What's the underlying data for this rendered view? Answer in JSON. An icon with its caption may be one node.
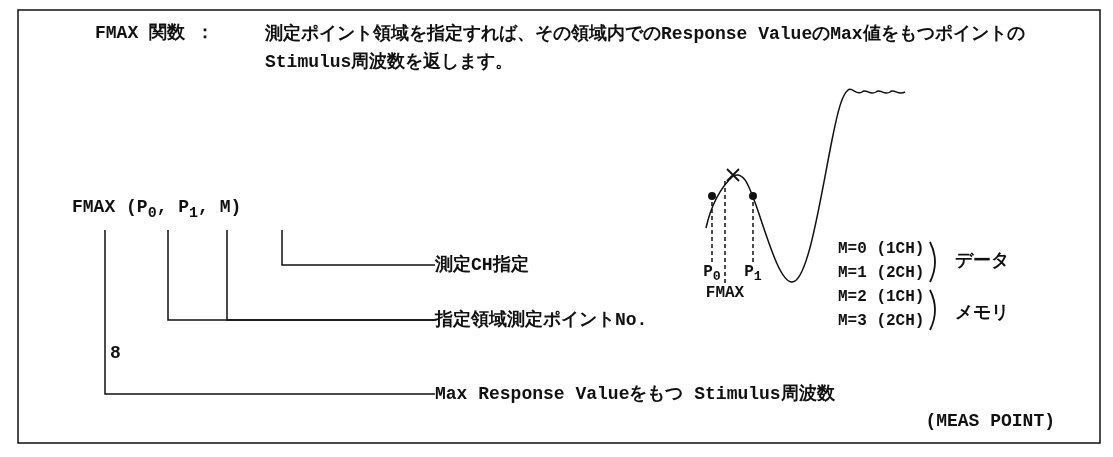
{
  "diagram": {
    "nodes": [
      {
        "text": [
          "FMAX (P$_{0}$, P$_{1}$, M)"
        ]
      },
      {
        "text": [
          "測定CH指定"
        ]
      },
      {
        "text": [
          "指定領域測定ポイントNo."
        ]
      },
      {
        "text": [
          "Max Response Valueをもつ Stimulus周波数"
        ],
        "beside": [
          "(MEAS POINT)"
        ]
      },
      {
        "text": [
          "P$_{0}$"
        ]
      },
      {
        "text": [
          "P$_{1}$"
        ]
      },
      {
        "text": [
          "FMAX"
        ]
      }
    ],
    "edges": [
      {
        "from": 1,
        "to": 0,
        "arrow": "none"
      },
      {
        "from": 2,
        "to": 0,
        "arrow": "none"
      },
      {
        "from": 2,
        "to": 0,
        "arrow": "none"
      },
      {
        "from": 3,
        "to": 0,
        "arrow": "none"
      },
      {
        "from": 4,
        "to": null,
        "arrow": "other",
        "style": "dashed"
      },
      {
        "from": 5,
        "to": null,
        "arrow": "other",
        "style": "dashed"
      },
      {
        "from": 6,
        "to": null,
        "arrow": "none",
        "style": "dashed"
      }
    ],
    "labels": [
      "FMAX 関数 ：",
      "測定ポイント領域を指定すれば、その領域内でのResponse ValueのMax値をもつポイントのStimulus周波数を返します。",
      "M=0 (1CH)",
      "M=1 (2CH)",
      "データ",
      "M=2 (1CH)",
      "M=3 (2CH)",
      "メモリ",
      "8"
    ]
  }
}
